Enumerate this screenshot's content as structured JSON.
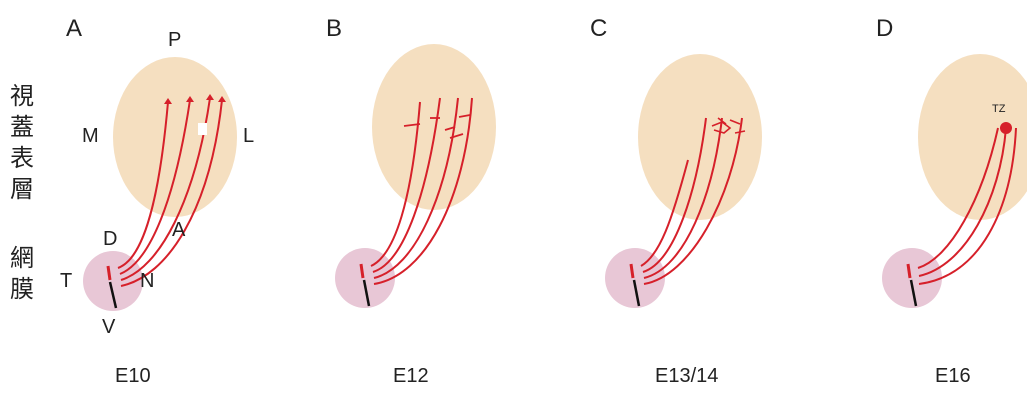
{
  "side_labels": {
    "tectum": [
      "視",
      "蓋",
      "表",
      "層"
    ],
    "retina": [
      "網",
      "膜"
    ]
  },
  "panels": [
    {
      "letter": "A",
      "stage": "E10"
    },
    {
      "letter": "B",
      "stage": "E12"
    },
    {
      "letter": "C",
      "stage": "E13/14"
    },
    {
      "letter": "D",
      "stage": "E16"
    }
  ],
  "tectum_axes": {
    "posterior": "P",
    "medial": "M",
    "lateral": "L",
    "anterior": "A"
  },
  "retina_axes": {
    "dorsal": "D",
    "temporal": "T",
    "nasal": "N",
    "ventral": "V"
  },
  "termination_zone": "TZ",
  "colors": {
    "tectum": "#f5dfc0",
    "retina": "#e8c7d6",
    "axon": "#d6202a",
    "retina_mark": "#111111",
    "tz_dot": "#d6202a"
  }
}
